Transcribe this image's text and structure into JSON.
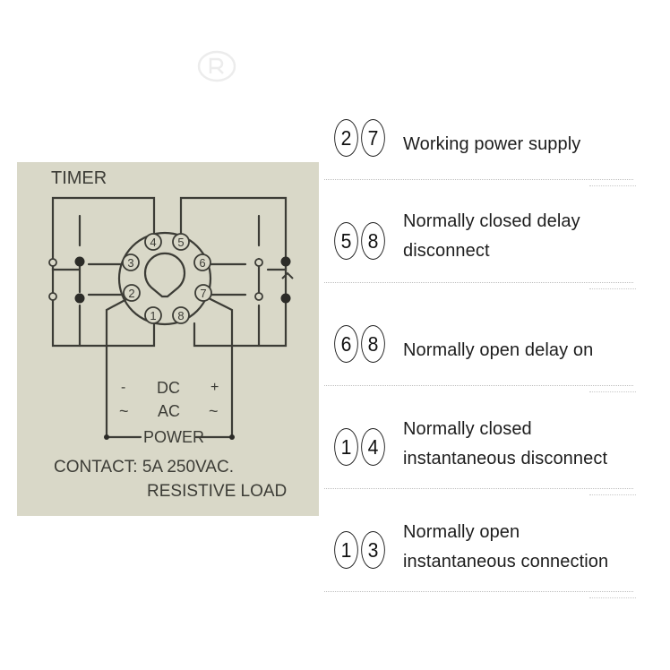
{
  "diagram": {
    "header": "TIMER",
    "pins": [
      "1",
      "2",
      "3",
      "4",
      "5",
      "6",
      "7",
      "8"
    ],
    "supply_polarity": {
      "minus": "-",
      "plus": "+",
      "dc": "DC",
      "ac": "AC",
      "tilde": "~"
    },
    "power_label": "POWER",
    "contact_line": "CONTACT: 5A  250VAC.",
    "load_line": "RESISTIVE LOAD"
  },
  "legend": [
    {
      "pins": [
        "2",
        "7"
      ],
      "lines": [
        "Working power supply"
      ]
    },
    {
      "pins": [
        "5",
        "8"
      ],
      "lines": [
        "Normally closed delay",
        "disconnect"
      ]
    },
    {
      "pins": [
        "6",
        "8"
      ],
      "lines": [
        "Normally open delay on"
      ]
    },
    {
      "pins": [
        "1",
        "4"
      ],
      "lines": [
        "Normally closed",
        "instantaneous disconnect"
      ]
    },
    {
      "pins": [
        "1",
        "3"
      ],
      "lines": [
        "Normally open",
        "instantaneous connection"
      ]
    }
  ]
}
